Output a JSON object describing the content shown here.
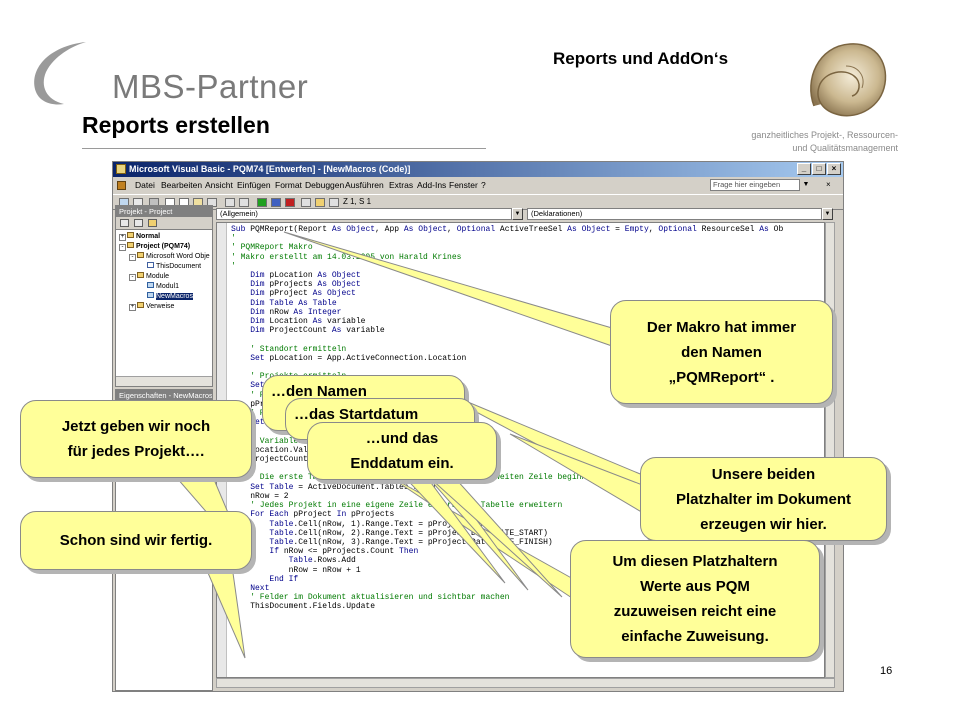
{
  "slide": {
    "logo_text": "MBS-Partner",
    "header_title": "Reports und AddOn‘s",
    "tagline_1": "ganzheitliches Projekt-, Ressourcen-",
    "tagline_2": "und Qualitätsmanagement",
    "page_title": "Reports erstellen",
    "page_number": "16"
  },
  "window": {
    "title": "Microsoft Visual Basic - PQM74 [Entwerfen] - [NewMacros (Code)]",
    "buttons": [
      "_",
      "□",
      "×"
    ],
    "menu": [
      "Datei",
      "Bearbeiten",
      "Ansicht",
      "Einfügen",
      "Format",
      "Debuggen",
      "Ausführen",
      "Extras",
      "Add-Ins",
      "Fenster",
      "?"
    ],
    "help_placeholder": "Frage hier eingeben",
    "cursor_pos": "Z 1, S 1",
    "project_pane_title": "Projekt - Project",
    "properties_pane_title": "Eigenschaften - NewMacros",
    "tree": [
      {
        "label": "Normal"
      },
      {
        "label": "Project (PQM74)"
      },
      {
        "label": "Microsoft Word Obje"
      },
      {
        "label": "ThisDocument"
      },
      {
        "label": "Module"
      },
      {
        "label": "Modul1"
      },
      {
        "label": "NewMacros"
      },
      {
        "label": "Verweise"
      }
    ],
    "combo_left": "(Allgemein)",
    "combo_right": "(Deklarationen)",
    "code_lines": [
      "Sub PQMReport(Report As Object, App As Object, Optional ActiveTreeSel As Object = Empty, Optional ResourceSel As Ob",
      "'",
      "' PQMReport Makro",
      "' Makro erstellt am 14.03.2005 von Harald Krines",
      "'",
      "    Dim pLocation As Object",
      "    Dim pProjects As Object",
      "    Dim pProject As Object",
      "    Dim Table As Table",
      "    Dim nRow As Integer",
      "    Dim Location As variable",
      "    Dim ProjectCount As variable",
      "",
      "    ' Standort ermitteln",
      "    Set pLocation = App.ActiveConnection.Location",
      "",
      "    ' Projekte ermitteln",
      "    Set pProjects = pLocation.Query(\"Projekte\")",
      "    ' Projekte nach dem Namen sortieren",
      "    pProjects.Sort",
      "    ' Projekte",
      "    Set pProject",
      "",
      "    ' Variablen setzen",
      "    Location.Value = pLocation.Name",
      "    ProjectCount.Value = pProjects.Count",
      "",
      "    ' Die erste Tabelle im Dokument auswählen, ab der zweiten Zeile beginnen",
      "    Set Table = ActiveDocument.Tables.Item(1)",
      "    nRow = 2",
      "    ' Jedes Projekt in eine eigene Zeile eintragen, Tabelle erweitern",
      "    For Each pProject In pProjects",
      "        Table.Cell(nRow, 1).Range.Text = pProject.Name",
      "        Table.Cell(nRow, 2).Range.Text = pProject.Date(DATE_START)",
      "        Table.Cell(nRow, 3).Range.Text = pProject.Date(DATE_FINISH)",
      "        If nRow <= pProjects.Count Then",
      "            Table.Rows.Add",
      "            nRow = nRow + 1",
      "        End If",
      "    Next",
      "    ' Felder im Dokument aktualisieren und sichtbar machen",
      "    ThisDocument.Fields.Update"
    ]
  },
  "callouts": {
    "makro_name": "Der Makro hat immer\nden Namen\n„PQMReport“ .",
    "platzhalter": "Unsere beiden\nPlatzhalter im Dokument\nerzeugen wir hier.",
    "zuweisung": "Um diesen Platzhaltern\nWerte aus PQM\nzuzuweisen reicht eine\neinfache Zuweisung.",
    "jedes_projekt": "Jetzt geben wir noch\nfür jedes Projekt….",
    "fertig": "Schon sind wir fertig.",
    "name": "…den Namen",
    "startdatum": "…das Startdatum",
    "enddatum": "…und das\nEnddatum ein."
  },
  "colors": {
    "callout_fill": "#ffff99",
    "titlebar": "#0a246a",
    "keyword": "#00008b",
    "comment": "#007a00"
  }
}
